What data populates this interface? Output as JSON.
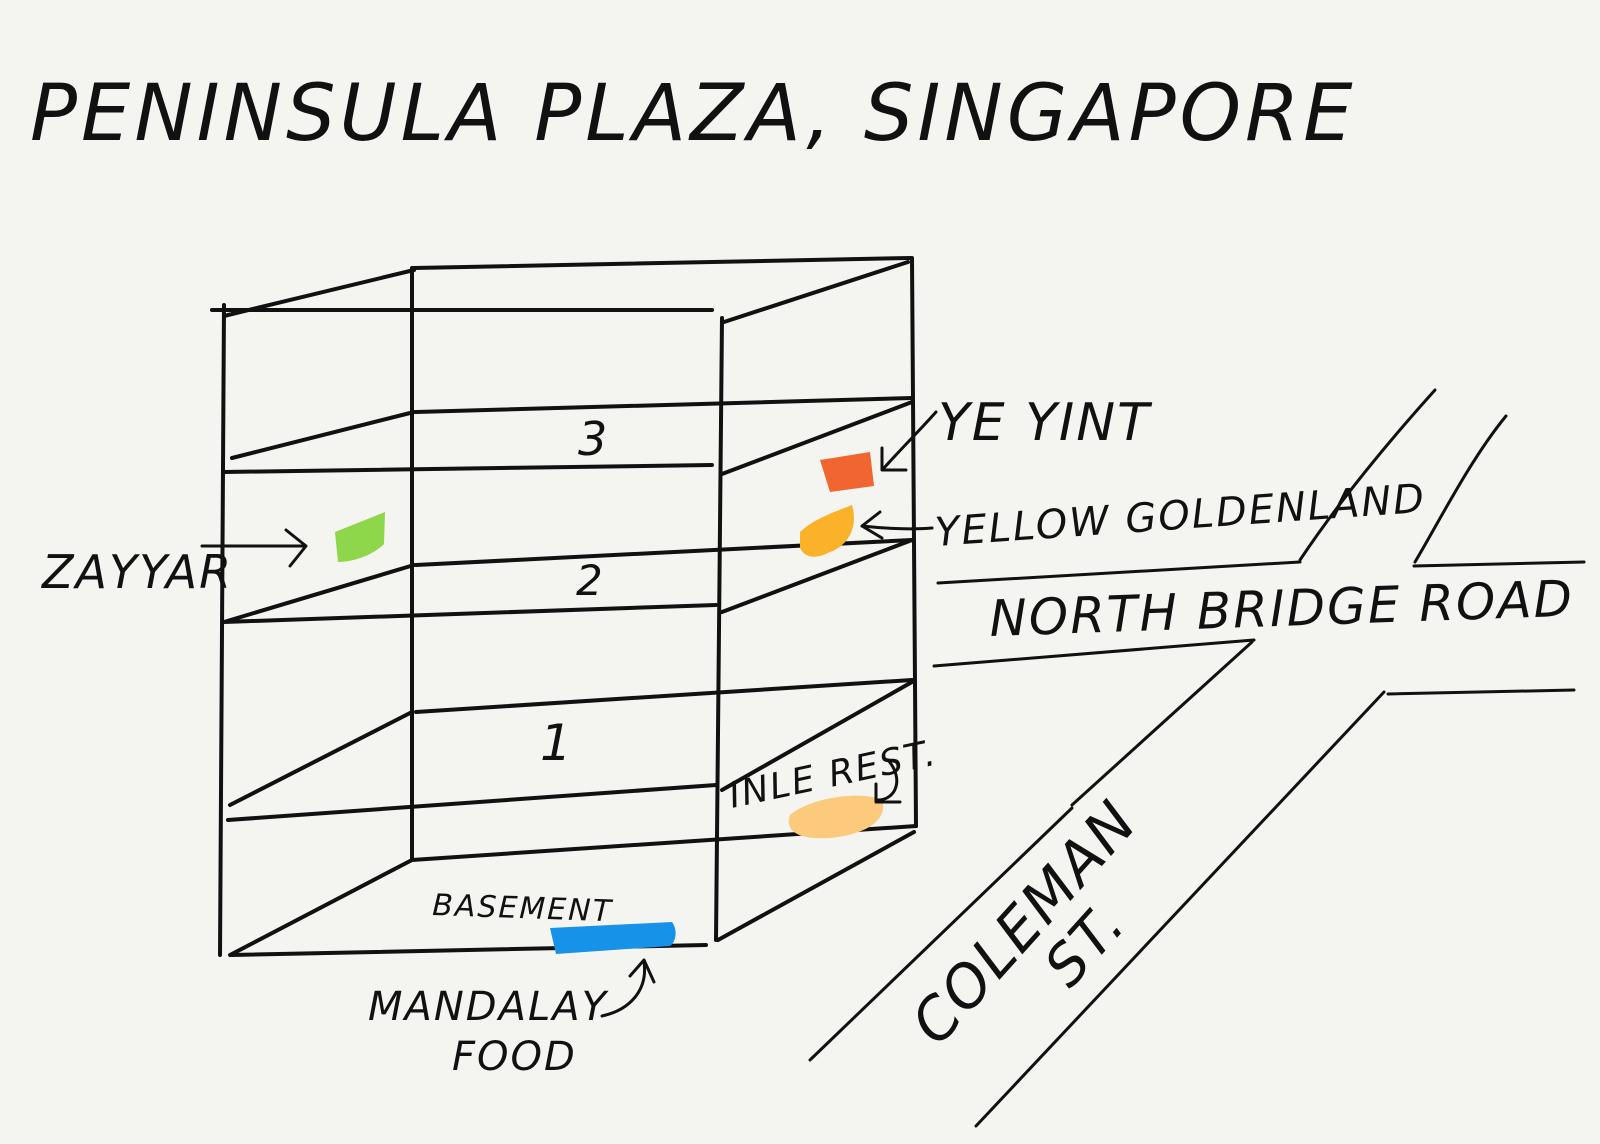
{
  "title": "PENINSULA PLAZA, SINGAPORE",
  "floors": {
    "floor3": "3",
    "floor2": "2",
    "floor1": "1",
    "basement": "BASEMENT"
  },
  "shops": {
    "ye_yint": {
      "label": "YE YINT",
      "color": "#f06530"
    },
    "yellow_goldenland": {
      "label": "YELLOW GOLDENLAND",
      "color": "#fbb12a"
    },
    "zayyar": {
      "label": "ZAYYAR",
      "color": "#8ed64a"
    },
    "inle_rest": {
      "label": "INLE REST.",
      "color": "#fcca7c"
    },
    "mandalay_food": {
      "label_line1": "MANDALAY",
      "label_line2": "FOOD",
      "color": "#1693e8"
    }
  },
  "streets": {
    "north_bridge_road": "NORTH BRIDGE ROAD",
    "coleman_line1": "COLEMAN",
    "coleman_line2": "ST."
  }
}
